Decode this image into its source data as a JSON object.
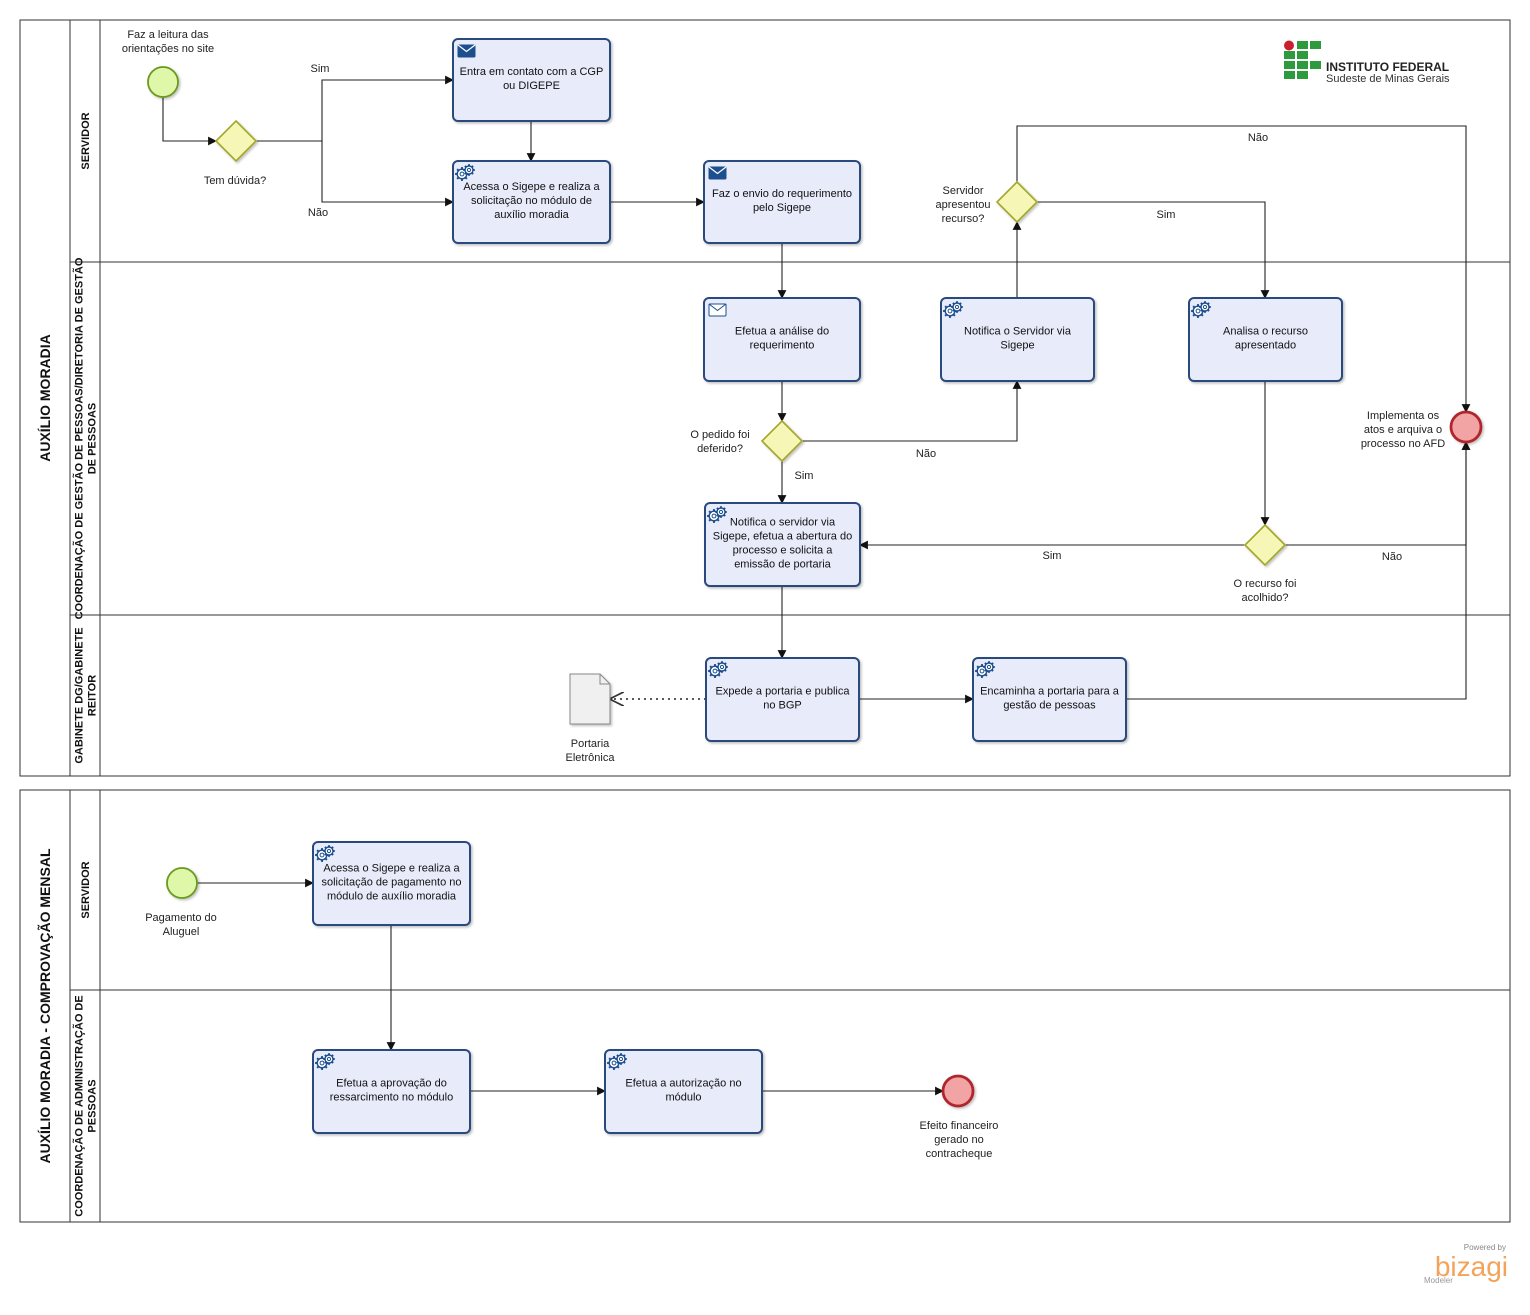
{
  "pools": [
    {
      "id": "p1",
      "title": "AUXÍLIO MORADIA",
      "lanes": [
        {
          "id": "l1",
          "title": [
            "SERVIDOR"
          ]
        },
        {
          "id": "l2",
          "title": [
            "COORDENAÇÃO DE GESTÃO DE PESSOAS/DIRETORIA DE GESTÃO",
            "DE PESSOAS"
          ]
        },
        {
          "id": "l3",
          "title": [
            "GABINETE DG/GABINETE",
            "REITOR"
          ]
        }
      ]
    },
    {
      "id": "p2",
      "title": "AUXÍLIO MORADIA - COMPROVAÇÃO MENSAL",
      "lanes": [
        {
          "id": "l4",
          "title": [
            "SERVIDOR"
          ]
        },
        {
          "id": "l5",
          "title": [
            "COORDENAÇÃO DE ADMINISTRAÇÃO DE",
            "PESSOAS"
          ]
        }
      ]
    }
  ],
  "nodes": [
    {
      "id": "s1",
      "kind": "start",
      "label": [
        "Faz a leitura das",
        "orientações no site"
      ]
    },
    {
      "id": "g1",
      "kind": "gateway",
      "label": [
        "Tem dúvida?"
      ]
    },
    {
      "id": "t1",
      "kind": "task",
      "icon": "envelope-icon",
      "label": [
        "Entra em contato com a CGP",
        "ou DIGEPE"
      ]
    },
    {
      "id": "t2",
      "kind": "task",
      "icon": "gear-icon",
      "label": [
        "Acessa o Sigepe e realiza a",
        "solicitação no módulo de",
        "auxílio moradia"
      ]
    },
    {
      "id": "t3",
      "kind": "task",
      "icon": "envelope-icon",
      "label": [
        "Faz o envio do requerimento",
        "pelo Sigepe"
      ]
    },
    {
      "id": "g2",
      "kind": "gateway",
      "label": [
        "Servidor",
        "apresentou",
        "recurso?"
      ]
    },
    {
      "id": "t4",
      "kind": "task",
      "icon": "envelope-icon",
      "label": [
        "Efetua a análise do",
        "requerimento"
      ]
    },
    {
      "id": "t5",
      "kind": "task",
      "icon": "gear-icon",
      "label": [
        "Notifica o Servidor via",
        "Sigepe"
      ]
    },
    {
      "id": "t6",
      "kind": "task",
      "icon": "gear-icon",
      "label": [
        "Analisa o recurso",
        "apresentado"
      ]
    },
    {
      "id": "e1",
      "kind": "end",
      "label": [
        "Implementa os",
        "atos e arquiva o",
        "processo no AFD"
      ]
    },
    {
      "id": "g3",
      "kind": "gateway",
      "label": [
        "O pedido foi",
        "deferido?"
      ]
    },
    {
      "id": "t7",
      "kind": "task",
      "icon": "gear-icon",
      "label": [
        "Notifica  o servidor via",
        "Sigepe, efetua a abertura do",
        "processo e solicita a",
        "emissão de portaria"
      ]
    },
    {
      "id": "g4",
      "kind": "gateway",
      "label": [
        "O recurso foi",
        "acolhido?"
      ]
    },
    {
      "id": "d1",
      "kind": "document",
      "label": [
        "Portaria",
        "Eletrônica"
      ]
    },
    {
      "id": "t8",
      "kind": "task",
      "icon": "gear-icon",
      "label": [
        "Expede a portaria e publica",
        "no BGP"
      ]
    },
    {
      "id": "t9",
      "kind": "task",
      "icon": "gear-icon",
      "label": [
        "Encaminha a portaria para a",
        "gestão de pessoas"
      ]
    },
    {
      "id": "s2",
      "kind": "start",
      "label": [
        "Pagamento do",
        "Aluguel"
      ]
    },
    {
      "id": "t10",
      "kind": "task",
      "icon": "gear-icon",
      "label": [
        "Acessa o Sigepe e realiza a",
        "solicitação de pagamento no",
        "módulo de auxílio moradia"
      ]
    },
    {
      "id": "t11",
      "kind": "task",
      "icon": "gear-icon",
      "label": [
        "Efetua a aprovação do",
        "ressarcimento no módulo"
      ]
    },
    {
      "id": "t12",
      "kind": "task",
      "icon": "gear-icon",
      "label": [
        "Efetua a  autorização no",
        "módulo"
      ]
    },
    {
      "id": "e2",
      "kind": "end",
      "label": [
        "Efeito financeiro",
        "gerado no",
        "contracheque"
      ]
    }
  ],
  "flows": [
    {
      "id": "f1",
      "from": "s1",
      "to": "g1",
      "label": ""
    },
    {
      "id": "f2",
      "from": "g1",
      "to": "t1",
      "label": "Sim"
    },
    {
      "id": "f3",
      "from": "g1",
      "to": "t2",
      "label": "Não"
    },
    {
      "id": "f4",
      "from": "t1",
      "to": "t2",
      "label": ""
    },
    {
      "id": "f5",
      "from": "t2",
      "to": "t3",
      "label": ""
    },
    {
      "id": "f6",
      "from": "t3",
      "to": "t4",
      "label": ""
    },
    {
      "id": "f7",
      "from": "t4",
      "to": "g3",
      "label": ""
    },
    {
      "id": "f8",
      "from": "g3",
      "to": "t5",
      "label": "Não"
    },
    {
      "id": "f9",
      "from": "g3",
      "to": "t7",
      "label": "Sim"
    },
    {
      "id": "f10",
      "from": "t5",
      "to": "g2",
      "label": ""
    },
    {
      "id": "f11",
      "from": "g2",
      "to": "e1",
      "label": "Não"
    },
    {
      "id": "f12",
      "from": "g2",
      "to": "t6",
      "label": "Sim"
    },
    {
      "id": "f13",
      "from": "t6",
      "to": "g4",
      "label": ""
    },
    {
      "id": "f14",
      "from": "g4",
      "to": "t7",
      "label": "Sim"
    },
    {
      "id": "f15",
      "from": "g4",
      "to": "e1",
      "label": "Não"
    },
    {
      "id": "f16",
      "from": "t7",
      "to": "t8",
      "label": ""
    },
    {
      "id": "f17",
      "from": "t8",
      "to": "d1",
      "label": "",
      "style": "dotted"
    },
    {
      "id": "f18",
      "from": "t8",
      "to": "t9",
      "label": ""
    },
    {
      "id": "f19",
      "from": "t9",
      "to": "e1",
      "label": ""
    },
    {
      "id": "f20",
      "from": "s2",
      "to": "t10",
      "label": ""
    },
    {
      "id": "f21",
      "from": "t10",
      "to": "t11",
      "label": ""
    },
    {
      "id": "f22",
      "from": "t11",
      "to": "t12",
      "label": ""
    },
    {
      "id": "f23",
      "from": "t12",
      "to": "e2",
      "label": ""
    }
  ],
  "logo": {
    "title": "INSTITUTO FEDERAL",
    "subtitle": "Sudeste de Minas Gerais"
  },
  "watermark": {
    "powered": "Powered by",
    "brand": "bizagi",
    "product": "Modeler"
  },
  "colors": {
    "task_fill": "#e8ebfa",
    "task_stroke": "#2c4a7c",
    "start_fill": "#dff7a8",
    "start_stroke": "#6a9a1f",
    "end_fill": "#f2a3a3",
    "end_stroke": "#b0262d",
    "gateway_fill": "#f6f7b7",
    "gateway_stroke": "#a3a72a",
    "logo_green": "#2e9a3e",
    "logo_red": "#c8202f",
    "bizagi_orange": "#f3a35a"
  }
}
